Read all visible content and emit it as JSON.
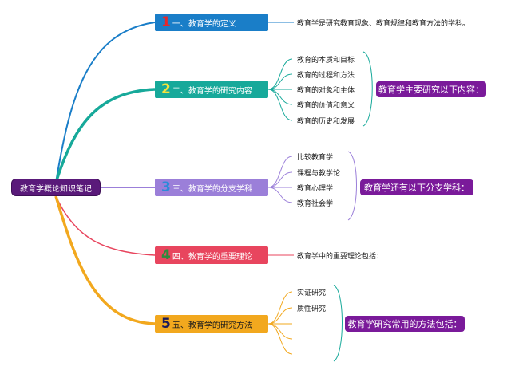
{
  "root": {
    "label": "教育学概论知识笔记"
  },
  "branches": [
    {
      "num": "1",
      "label": "一、教育学的定义",
      "color": "#1a7ec8",
      "num_color": "#e8262a",
      "leaves": [
        "教育学是研究教育现象、教育规律和教育方法的学科。"
      ]
    },
    {
      "num": "2",
      "label": "二、教育学的研究内容",
      "color": "#17a99a",
      "num_color": "#f4e23c",
      "leaves": [
        "教育的本质和目标",
        "教育的过程和方法",
        "教育的对象和主体",
        "教育的价值和意义",
        "教育的历史和发展"
      ],
      "summary": "教育学主要研究以下内容："
    },
    {
      "num": "3",
      "label": "三、教育学的分支学科",
      "color": "#9b7fd9",
      "num_color": "#2d8ad8",
      "leaves": [
        "比较教育学",
        "课程与教学论",
        "教育心理学",
        "教育社会学"
      ],
      "summary": "教育学还有以下分支学科："
    },
    {
      "num": "4",
      "label": "四、教育学的重要理论",
      "color": "#e8455e",
      "num_color": "#2e8b3c",
      "leaves": [
        "教育学中的重要理论包括："
      ]
    },
    {
      "num": "5",
      "label": "五、教育学的研究方法",
      "color": "#f2a81e",
      "num_color": "#1b1b5c",
      "leaves": [
        "实证研究",
        "质性研究"
      ],
      "summary": "教育学研究常用的方法包括："
    }
  ]
}
